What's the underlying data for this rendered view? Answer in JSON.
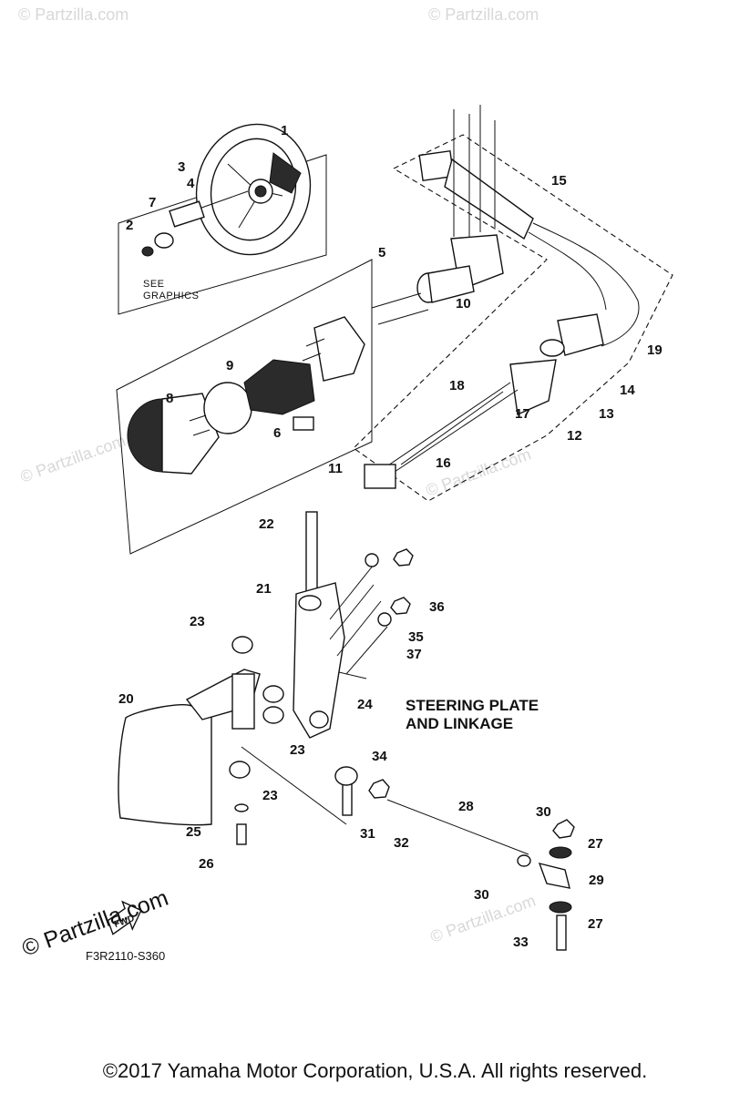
{
  "part_labels": [
    "1",
    "2",
    "3",
    "4",
    "5",
    "6",
    "7",
    "8",
    "9",
    "10",
    "11",
    "12",
    "13",
    "14",
    "15",
    "16",
    "17",
    "18",
    "19",
    "20",
    "21",
    "22",
    "23",
    "23",
    "23",
    "24",
    "25",
    "26",
    "27",
    "27",
    "28",
    "29",
    "30",
    "30",
    "31",
    "32",
    "33",
    "34",
    "35",
    "36",
    "37"
  ],
  "notes": {
    "see_line1": "SEE",
    "see_line2": "GRAPHICS",
    "heading_line1": "STEERING PLATE",
    "heading_line2": "AND LINKAGE",
    "diagram_code": "F3R2110-S360",
    "fwd_label": "FWD"
  },
  "branding": {
    "logo_text": "© Partzilla.com",
    "watermark_text": "© Partzilla.com"
  },
  "copyright": "©2017  Yamaha Motor Corporation, U.S.A. All rights reserved."
}
